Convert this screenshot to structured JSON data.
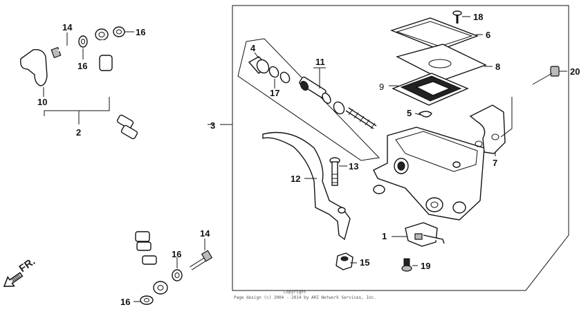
{
  "callouts": {
    "c1": "1",
    "c2": "2",
    "c3": "3",
    "c4": "4",
    "c5": "5",
    "c6": "6",
    "c7": "7",
    "c8": "8",
    "c9": "9",
    "c10": "10",
    "c11": "11",
    "c12": "12",
    "c13": "13",
    "c14a": "14",
    "c14b": "14",
    "c15": "15",
    "c16a": "16",
    "c16b": "16",
    "c16c": "16",
    "c16d": "16",
    "c17": "17",
    "c18": "18",
    "c19": "19",
    "c20": "20"
  },
  "direction": {
    "label": "FR."
  },
  "footer": {
    "copyright": "Copyright",
    "notice": "Page design (c) 2004 - 2014 by ARI Network Services, Inc."
  },
  "icons": {
    "direction_arrow": "fr-arrow-icon"
  }
}
